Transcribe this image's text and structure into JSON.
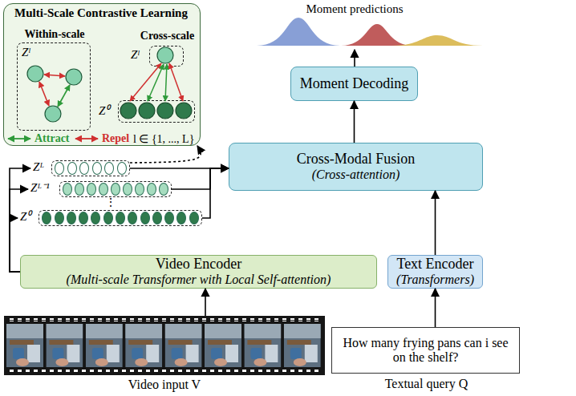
{
  "diagram": {
    "nodes": [
      {
        "text": [
          "Multi-Scale Contrastive Learning"
        ]
      },
      {
        "text": [
          "Within-scale",
          "Zˡ"
        ],
        "in": 0
      },
      {
        "text": [
          "Cross-scale",
          "Zˡ"
        ],
        "in": 0
      },
      {
        "text": [
          "Z⁰"
        ],
        "in": 0
      },
      {
        "text": [
          "Moment Decoding"
        ]
      },
      {
        "text": [
          "Cross-Modal Fusion",
          "(Cross-attention)"
        ]
      },
      {
        "text": [
          "Zᴸ"
        ]
      },
      {
        "text": [
          "Zᴸ⁻¹"
        ]
      },
      {
        "text": [
          "Z⁰"
        ]
      },
      {
        "text": [
          "Video Encoder",
          "(Multi-scale Transformer with Local Self-attention)"
        ]
      },
      {
        "text": [
          "Text Encoder",
          "(Transformers)"
        ]
      },
      {
        "text": [
          "Video input V"
        ]
      },
      {
        "text": [
          "How many frying pans can i see on the shelf?",
          "Textual query Q"
        ]
      }
    ],
    "edges": [
      {
        "from": 11,
        "to": 9,
        "arrow": "to"
      },
      {
        "from": 12,
        "to": 10,
        "arrow": "to"
      },
      {
        "from": 10,
        "to": 5,
        "arrow": "to"
      },
      {
        "from": 5,
        "to": 4,
        "arrow": "to"
      },
      {
        "from": 9,
        "to": 6,
        "arrow": "to"
      },
      {
        "from": 9,
        "to": 7,
        "arrow": "to"
      },
      {
        "from": 9,
        "to": 8,
        "arrow": "to"
      },
      {
        "from": 6,
        "to": 5,
        "arrow": "to"
      },
      {
        "from": 7,
        "to": 5,
        "arrow": "to"
      },
      {
        "from": 8,
        "to": 5,
        "arrow": "to"
      },
      {
        "from": 6,
        "to": 0,
        "arrow": "to"
      }
    ],
    "labels": [
      "Moment predictions",
      "⋮",
      "l ∈ {1, ..., L}"
    ],
    "legend": [
      {
        "text": "Attract"
      },
      {
        "text": "Repel"
      }
    ]
  }
}
